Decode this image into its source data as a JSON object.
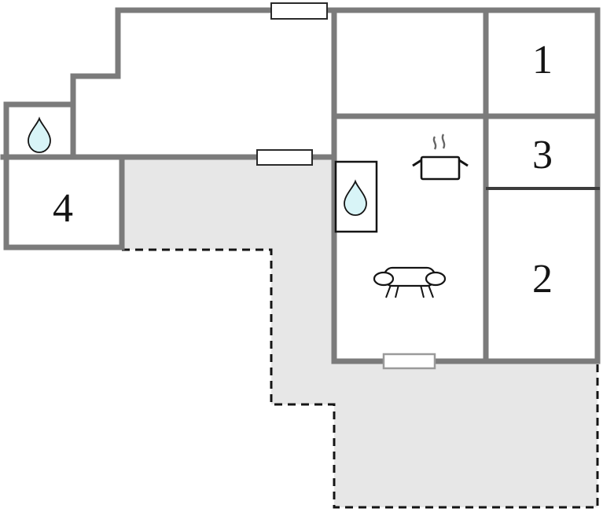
{
  "rooms": {
    "r1": {
      "label": "1"
    },
    "r2": {
      "label": "2"
    },
    "r3": {
      "label": "3"
    },
    "r4": {
      "label": "4"
    }
  },
  "icons": {
    "water_drop_top_left": "water-drop",
    "water_drop_middle": "water-drop",
    "stove": "stove-with-steam",
    "sofa": "sofa-top-view"
  },
  "colors": {
    "wall": "#7b7b7b",
    "terrace_fill": "#e7e7e7",
    "water": "#d8f4f7",
    "outline": "#141414",
    "background": "#ffffff"
  }
}
